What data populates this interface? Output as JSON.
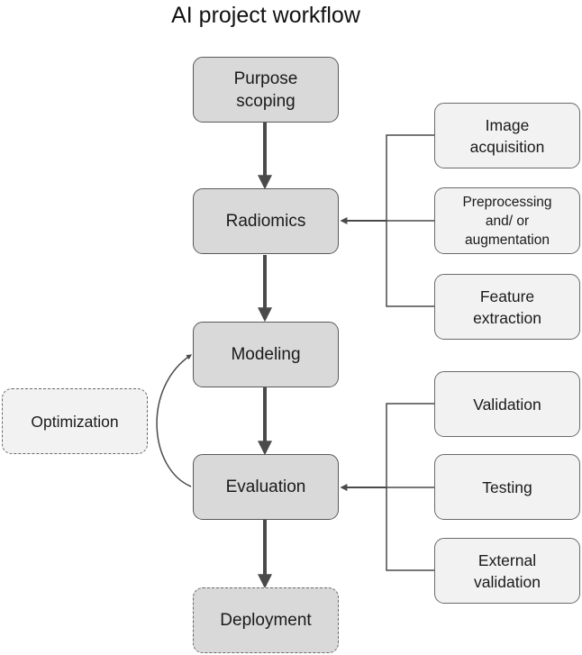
{
  "diagram": {
    "title": "AI project workflow",
    "stages": {
      "purpose_scoping": "Purpose\nscoping",
      "radiomics": "Radiomics",
      "modeling": "Modeling",
      "evaluation": "Evaluation",
      "deployment": "Deployment"
    },
    "radiomics_steps": {
      "image_acquisition": "Image\nacquisition",
      "preprocessing": "Preprocessing\nand/ or\naugmentation",
      "feature_extraction": "Feature\nextraction"
    },
    "evaluation_steps": {
      "validation": "Validation",
      "testing": "Testing",
      "external_validation": "External\nvalidation"
    },
    "optimization": "Optimization"
  }
}
